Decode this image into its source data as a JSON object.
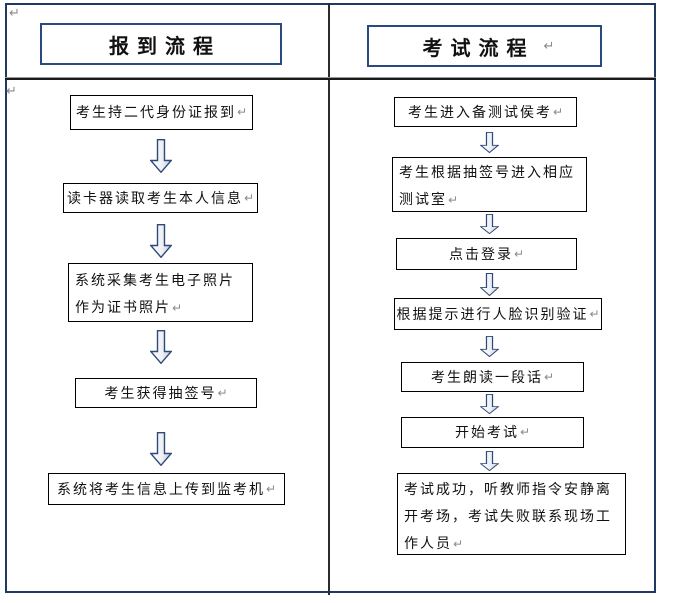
{
  "icons": {
    "paragraph_mark": "↵",
    "down_arrow": "⇩"
  },
  "colors": {
    "frame_border": "#1f3864",
    "title_border": "#2a4a7f",
    "box_border": "#000000",
    "arrow_stroke": "#2e4a7a",
    "mark_color": "#8a8a8a",
    "divider": "#2b2b2b",
    "rule": "#1a1a1a"
  },
  "flows": {
    "checkin": {
      "title": "报到流程",
      "steps": [
        {
          "text": "考生持二代身份证报到"
        },
        {
          "text": "读卡器读取考生本人信息"
        },
        {
          "text": "系统采集考生电子照片作为证书照片"
        },
        {
          "text": "考生获得抽签号"
        },
        {
          "text": "系统将考生信息上传到监考机"
        }
      ]
    },
    "exam": {
      "title": "考试流程",
      "steps": [
        {
          "text": "考生进入备测试侯考"
        },
        {
          "text": "考生根据抽签号进入相应测试室"
        },
        {
          "text": "点击登录"
        },
        {
          "text": "根据提示进行人脸识别验证"
        },
        {
          "text": "考生朗读一段话"
        },
        {
          "text": "开始考试"
        },
        {
          "text": "考试成功，听教师指令安静离开考场，考试失败联系现场工作人员"
        }
      ]
    }
  }
}
